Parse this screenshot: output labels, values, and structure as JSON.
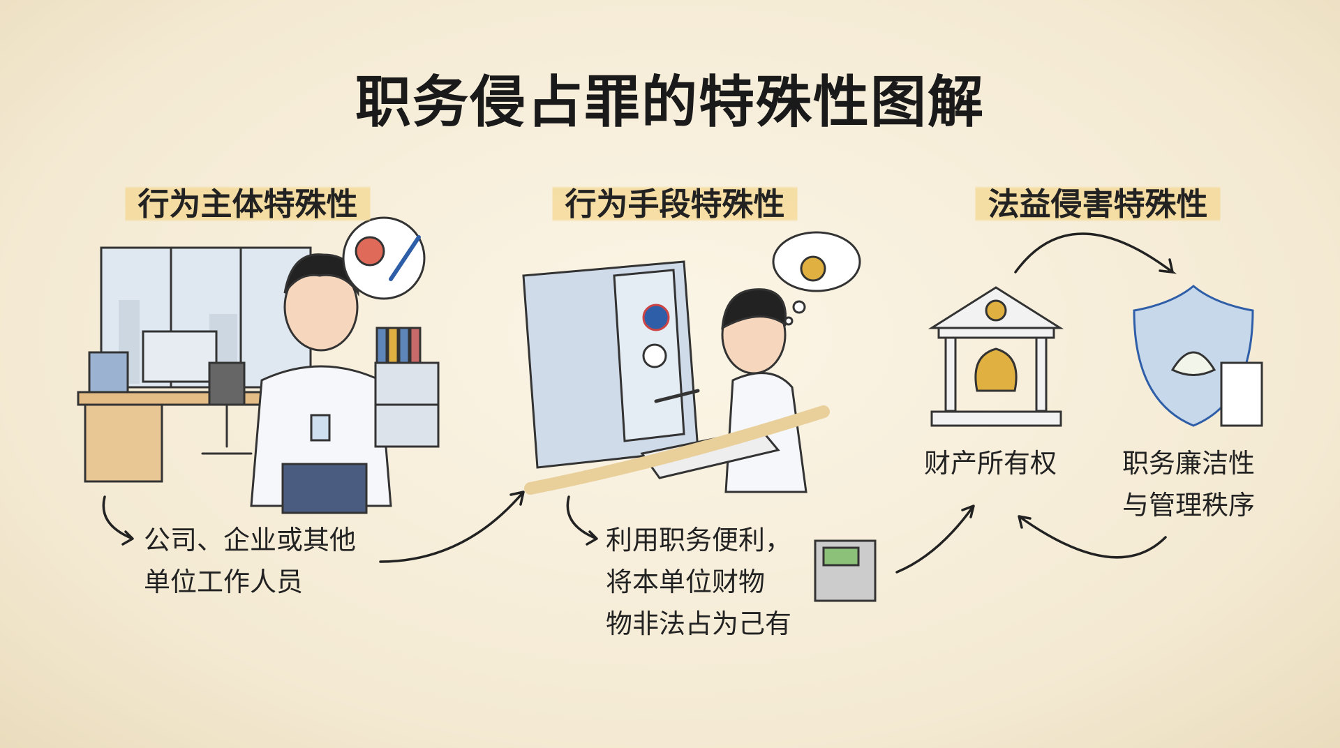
{
  "title": "职务侵占罪的特殊性图解",
  "sections": [
    {
      "heading": "行为主体特殊性",
      "caption_lines": [
        "公司、企业或其他",
        "单位工作人员"
      ]
    },
    {
      "heading": "行为手段特殊性",
      "caption_lines": [
        "利用职务便利，",
        "将本单位财物",
        "物非法占为己有"
      ]
    },
    {
      "heading": "法益侵害特殊性",
      "objects": [
        {
          "label": "财产所有权"
        },
        {
          "label_lines": [
            "职务廉洁性",
            "与管理秩序"
          ]
        }
      ]
    }
  ],
  "colors": {
    "highlight": "#f4d68c",
    "accent_blue": "#2f5ea8",
    "gold": "#e0b040"
  }
}
